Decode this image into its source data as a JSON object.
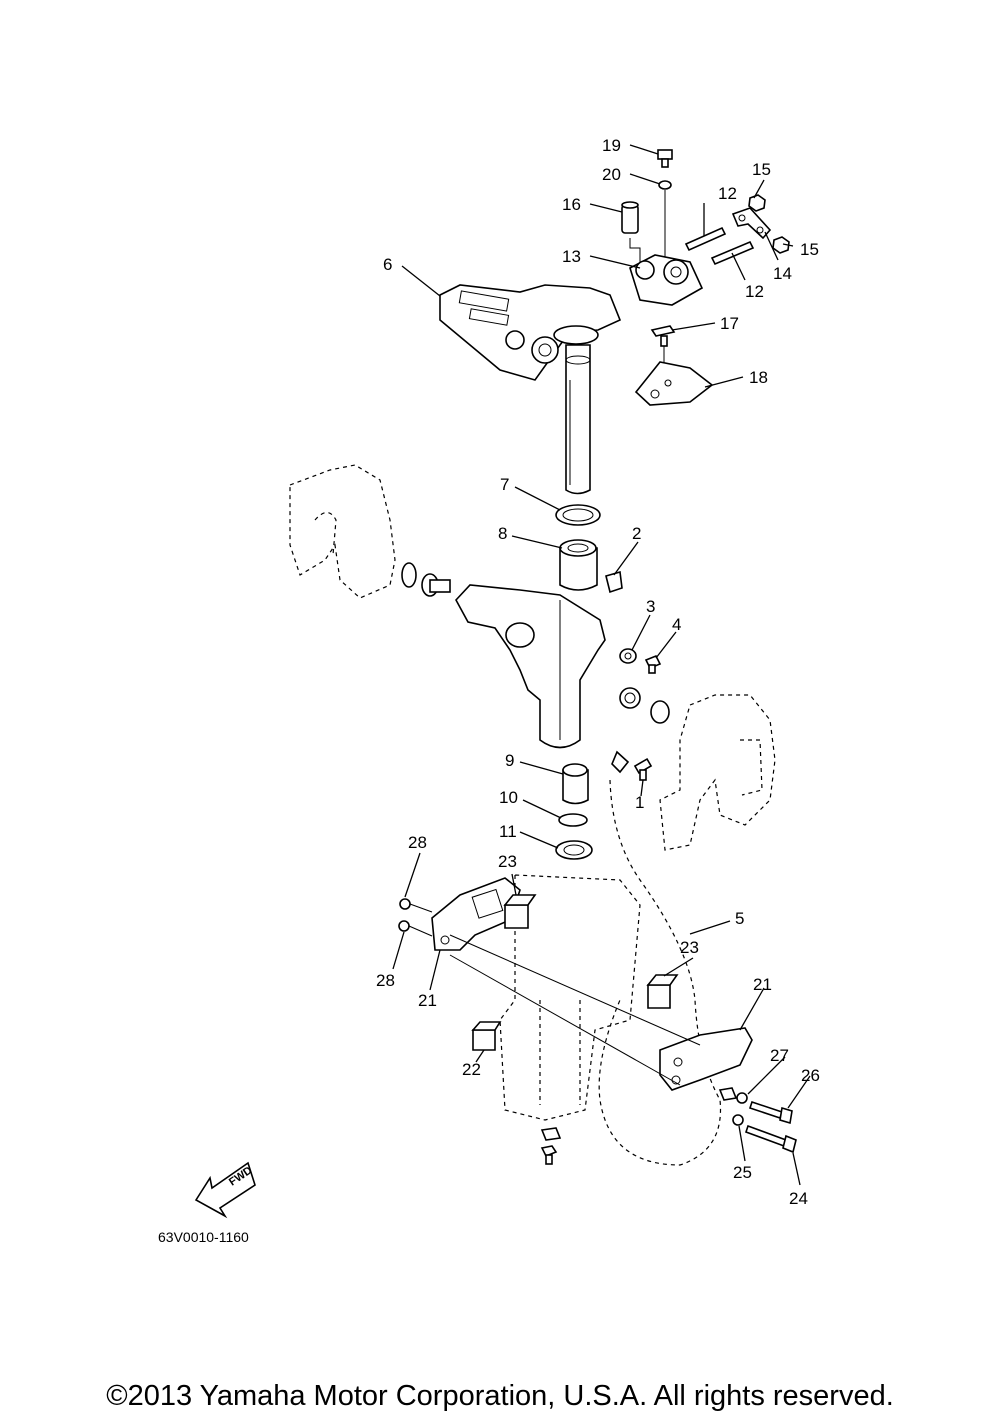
{
  "diagram_code": "63V0010-1160",
  "fwd_label": "FWD",
  "copyright": "©2013 Yamaha Motor Corporation, U.S.A. All rights reserved.",
  "callouts": [
    {
      "num": "19"
    },
    {
      "num": "20"
    },
    {
      "num": "15"
    },
    {
      "num": "12"
    },
    {
      "num": "16"
    },
    {
      "num": "15"
    },
    {
      "num": "13"
    },
    {
      "num": "14"
    },
    {
      "num": "6"
    },
    {
      "num": "12"
    },
    {
      "num": "17"
    },
    {
      "num": "18"
    },
    {
      "num": "7"
    },
    {
      "num": "2"
    },
    {
      "num": "8"
    },
    {
      "num": "3"
    },
    {
      "num": "4"
    },
    {
      "num": "9"
    },
    {
      "num": "1"
    },
    {
      "num": "10"
    },
    {
      "num": "11"
    },
    {
      "num": "28"
    },
    {
      "num": "23"
    },
    {
      "num": "5"
    },
    {
      "num": "23"
    },
    {
      "num": "28"
    },
    {
      "num": "21"
    },
    {
      "num": "21"
    },
    {
      "num": "27"
    },
    {
      "num": "22"
    },
    {
      "num": "26"
    },
    {
      "num": "25"
    },
    {
      "num": "24"
    }
  ]
}
